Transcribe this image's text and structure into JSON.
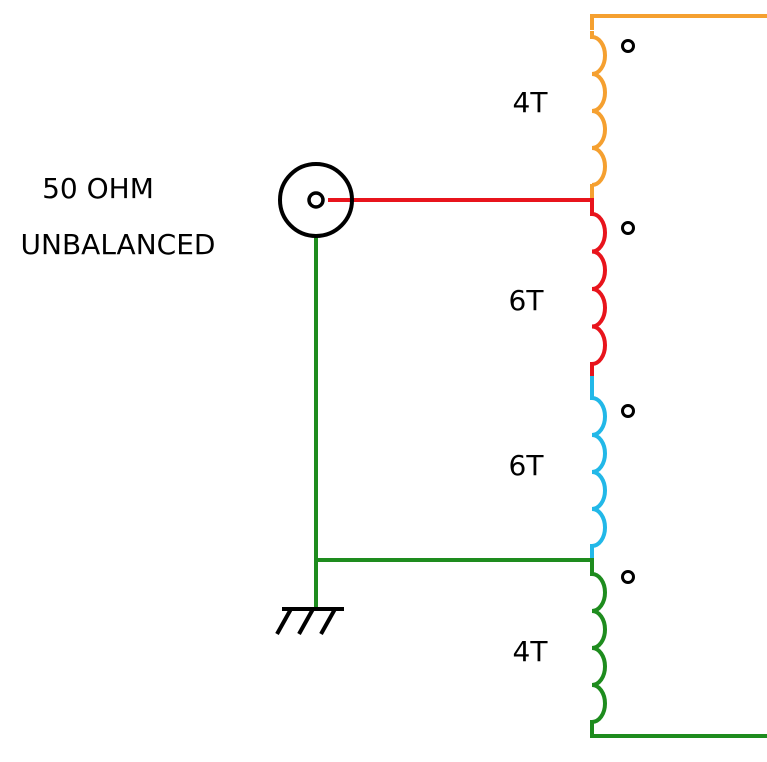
{
  "source_label": {
    "line1": "50  OHM",
    "line2": "UNBALANCED"
  },
  "windings": [
    {
      "turns_label": "4T",
      "color": "#f5a030"
    },
    {
      "turns_label": "6T",
      "color": "#e8141c"
    },
    {
      "turns_label": "6T",
      "color": "#22b8e8"
    },
    {
      "turns_label": "4T",
      "color": "#1e8c1e"
    }
  ],
  "colors": {
    "feed_wire": "#e8141c",
    "ground_wire": "#1e8c1e",
    "top_lead": "#f5a030",
    "bottom_lead": "#1e8c1e",
    "symbols": "#000000"
  },
  "icons": {
    "connector": "coax-connector-icon",
    "ground": "ground-icon",
    "polarity_dot": "polarity-dot-icon"
  }
}
